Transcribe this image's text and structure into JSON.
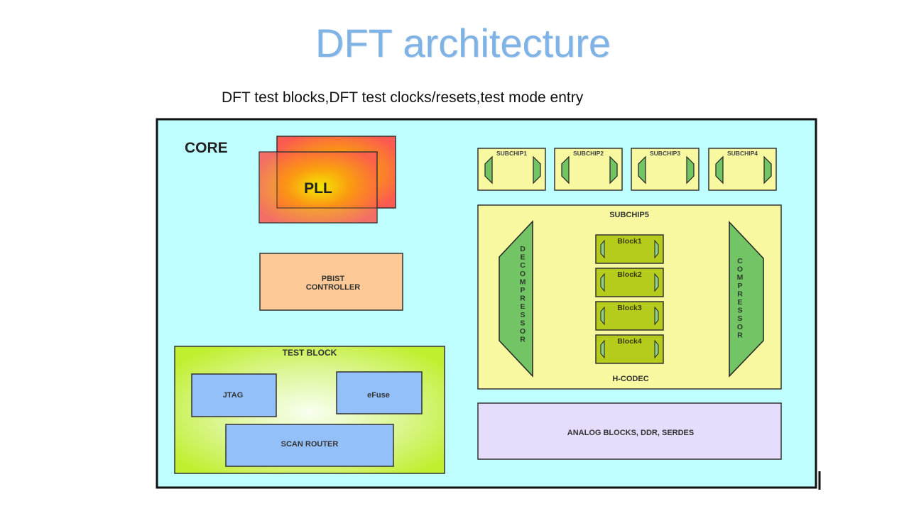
{
  "slide": {
    "title": "DFT architecture",
    "subtitle": "DFT test blocks,DFT test clocks/resets,test mode entry"
  },
  "diagram": {
    "core": {
      "label": "CORE",
      "fill": "#bffeff"
    },
    "pll": {
      "label": "PLL"
    },
    "pbist": {
      "line1": "PBIST",
      "line2": "CONTROLLER",
      "fill": "#fdc996"
    },
    "test_block": {
      "label": "TEST BLOCK",
      "fill": "#c6f24a",
      "children": {
        "jtag": "JTAG",
        "efuse": "eFuse",
        "scan_router": "SCAN ROUTER"
      },
      "child_fill": "#94c0f9"
    },
    "subchips": [
      "SUBCHIP1",
      "SUBCHIP2",
      "SUBCHIP3",
      "SUBCHIP4"
    ],
    "subchip_fill": "#f7f8a0",
    "subchip5": {
      "label": "SUBCHIP5",
      "footer": "H-CODEC",
      "decompressor": "DECOMPRESSOR",
      "compressor": "COMPRESSOR",
      "blocks": [
        "Block1",
        "Block2",
        "Block3",
        "Block4"
      ],
      "block_fill": "#b5cc1c",
      "codec_fill": "#72c464"
    },
    "analog": {
      "label": "ANALOG BLOCKS, DDR, SERDES",
      "fill": "#e6dcfb"
    }
  }
}
